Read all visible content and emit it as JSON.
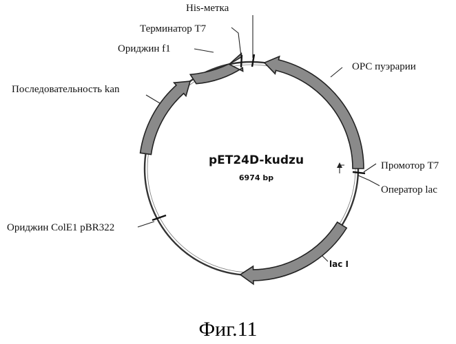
{
  "plasmid": {
    "name": "pET24D-kudzu",
    "size": "6974 bp"
  },
  "labels": {
    "his_tag": "His-метка",
    "t7_terminator": "Терминатор Т7",
    "f1_origin": "Ориджин f1",
    "kan_sequence": "Последовательность kan",
    "orf_pueraria": "ОРС пуэрарии",
    "t7_promoter": "Промотор Т7",
    "lac_operator": "Оператор lac",
    "cole1_origin": "Ориджин ColE1 pBR322",
    "lac_i": "lac I"
  },
  "caption": "Фиг.11",
  "colors": {
    "feature_fill": "#8a8a8a",
    "line": "#222222"
  }
}
